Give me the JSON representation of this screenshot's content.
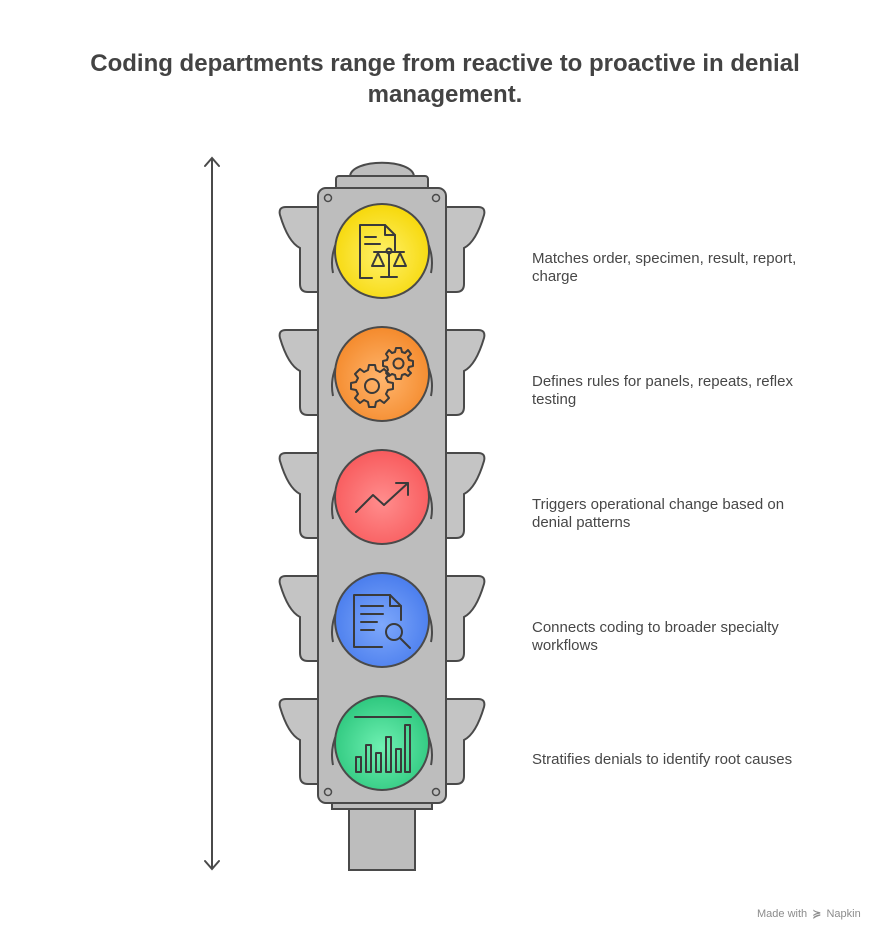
{
  "title_lines": [
    "Coding departments range from reactive to proactive in denial",
    "management."
  ],
  "stages": [
    {
      "label": "Matches order, specimen, result, report, charge",
      "color": "#f8e01e",
      "icon": "document-scale-icon"
    },
    {
      "label": "Defines rules for panels, repeats, reflex testing",
      "color": "#f7953a",
      "icon": "gears-icon"
    },
    {
      "label": "Triggers operational change based on denial patterns",
      "color": "#fb6a6b",
      "icon": "trend-up-icon"
    },
    {
      "label": "Connects coding to broader specialty workflows",
      "color": "#5488f1",
      "icon": "document-search-icon"
    },
    {
      "label": "Stratifies denials to identify root causes",
      "color": "#39d28b",
      "icon": "bar-chart-icon"
    }
  ],
  "footer": {
    "made_with": "Made with",
    "brand": "Napkin"
  }
}
